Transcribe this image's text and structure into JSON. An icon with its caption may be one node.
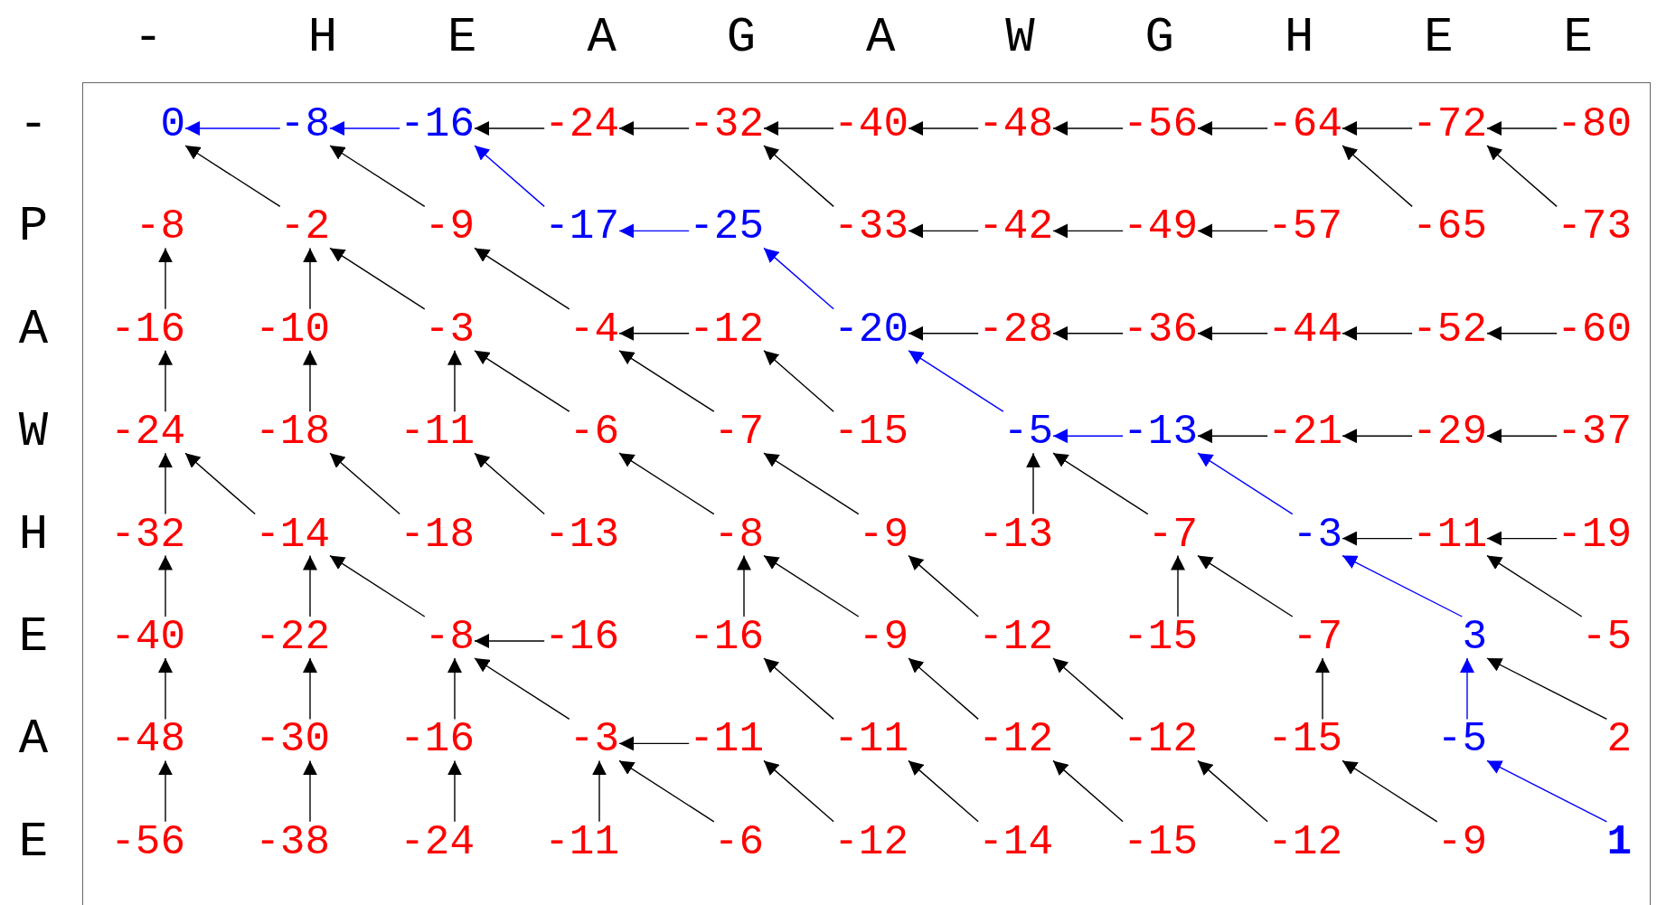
{
  "diagram": {
    "nodes": [
      {
        "text": [
          "0"
        ]
      },
      {
        "text": [
          "-8"
        ]
      },
      {
        "text": [
          "-16"
        ]
      },
      {
        "text": [
          "-24"
        ]
      },
      {
        "text": [
          "-32"
        ]
      },
      {
        "text": [
          "-40"
        ]
      },
      {
        "text": [
          "-48"
        ]
      },
      {
        "text": [
          "-56"
        ]
      },
      {
        "text": [
          "-64"
        ]
      },
      {
        "text": [
          "-72"
        ]
      },
      {
        "text": [
          "-80"
        ]
      },
      {
        "text": [
          "-8"
        ]
      },
      {
        "text": [
          "-2"
        ]
      },
      {
        "text": [
          "-9"
        ]
      },
      {
        "text": [
          "-17"
        ]
      },
      {
        "text": [
          "-25"
        ]
      },
      {
        "text": [
          "-33"
        ]
      },
      {
        "text": [
          "-42"
        ]
      },
      {
        "text": [
          "-49"
        ]
      },
      {
        "text": [
          "-57"
        ]
      },
      {
        "text": [
          "-65"
        ]
      },
      {
        "text": [
          "-73"
        ]
      },
      {
        "text": [
          "-16"
        ]
      },
      {
        "text": [
          "-10"
        ]
      },
      {
        "text": [
          "-3"
        ]
      },
      {
        "text": [
          "-4"
        ]
      },
      {
        "text": [
          "-12"
        ]
      },
      {
        "text": [
          "-20"
        ]
      },
      {
        "text": [
          "-28"
        ]
      },
      {
        "text": [
          "-36"
        ]
      },
      {
        "text": [
          "-44"
        ]
      },
      {
        "text": [
          "-52"
        ]
      },
      {
        "text": [
          "-60"
        ]
      },
      {
        "text": [
          "-24"
        ]
      },
      {
        "text": [
          "-18"
        ]
      },
      {
        "text": [
          "-11"
        ]
      },
      {
        "text": [
          "-6"
        ]
      },
      {
        "text": [
          "-7"
        ]
      },
      {
        "text": [
          "-15"
        ]
      },
      {
        "text": [
          "-5"
        ]
      },
      {
        "text": [
          "-13"
        ]
      },
      {
        "text": [
          "-21"
        ]
      },
      {
        "text": [
          "-29"
        ]
      },
      {
        "text": [
          "-37"
        ]
      },
      {
        "text": [
          "-32"
        ]
      },
      {
        "text": [
          "-14"
        ]
      },
      {
        "text": [
          "-18"
        ]
      },
      {
        "text": [
          "-13"
        ]
      },
      {
        "text": [
          "-8"
        ]
      },
      {
        "text": [
          "-9"
        ]
      },
      {
        "text": [
          "-13"
        ]
      },
      {
        "text": [
          "-7"
        ]
      },
      {
        "text": [
          "-3"
        ]
      },
      {
        "text": [
          "-11"
        ]
      },
      {
        "text": [
          "-19"
        ]
      },
      {
        "text": [
          "-40"
        ]
      },
      {
        "text": [
          "-22"
        ]
      },
      {
        "text": [
          "-8"
        ]
      },
      {
        "text": [
          "-16"
        ]
      },
      {
        "text": [
          "-16"
        ]
      },
      {
        "text": [
          "-9"
        ]
      },
      {
        "text": [
          "-12"
        ]
      },
      {
        "text": [
          "-15"
        ]
      },
      {
        "text": [
          "-7"
        ]
      },
      {
        "text": [
          "3"
        ]
      },
      {
        "text": [
          "-5"
        ]
      },
      {
        "text": [
          "-48"
        ]
      },
      {
        "text": [
          "-30"
        ]
      },
      {
        "text": [
          "-16"
        ]
      },
      {
        "text": [
          "-3"
        ]
      },
      {
        "text": [
          "-11"
        ]
      },
      {
        "text": [
          "-11"
        ]
      },
      {
        "text": [
          "-12"
        ]
      },
      {
        "text": [
          "-12"
        ]
      },
      {
        "text": [
          "-15"
        ]
      },
      {
        "text": [
          "-5"
        ]
      },
      {
        "text": [
          "2"
        ]
      },
      {
        "text": [
          "-56"
        ]
      },
      {
        "text": [
          "-38"
        ]
      },
      {
        "text": [
          "-24"
        ]
      },
      {
        "text": [
          "-11"
        ]
      },
      {
        "text": [
          "-6"
        ]
      },
      {
        "text": [
          "-12"
        ]
      },
      {
        "text": [
          "-14"
        ]
      },
      {
        "text": [
          "-15"
        ]
      },
      {
        "text": [
          "-12"
        ]
      },
      {
        "text": [
          "-9"
        ]
      },
      {
        "text": [
          "1"
        ]
      }
    ],
    "edges": [
      {
        "from": 1,
        "to": 0,
        "arrow": "to",
        "color": "#0000ff"
      },
      {
        "from": 2,
        "to": 1,
        "arrow": "to",
        "color": "#0000ff"
      },
      {
        "from": 3,
        "to": 2,
        "arrow": "to"
      },
      {
        "from": 4,
        "to": 3,
        "arrow": "to"
      },
      {
        "from": 5,
        "to": 4,
        "arrow": "to"
      },
      {
        "from": 6,
        "to": 5,
        "arrow": "to"
      },
      {
        "from": 7,
        "to": 6,
        "arrow": "to"
      },
      {
        "from": 8,
        "to": 7,
        "arrow": "to"
      },
      {
        "from": 9,
        "to": 8,
        "arrow": "to"
      },
      {
        "from": 10,
        "to": 9,
        "arrow": "to"
      },
      {
        "from": 12,
        "to": 0,
        "arrow": "to"
      },
      {
        "from": 13,
        "to": 1,
        "arrow": "to"
      },
      {
        "from": 14,
        "to": 2,
        "arrow": "to",
        "color": "#0000ff"
      },
      {
        "from": 16,
        "to": 4,
        "arrow": "to"
      },
      {
        "from": 20,
        "to": 8,
        "arrow": "to"
      },
      {
        "from": 21,
        "to": 9,
        "arrow": "to"
      },
      {
        "from": 15,
        "to": 14,
        "arrow": "to",
        "color": "#0000ff"
      },
      {
        "from": 17,
        "to": 16,
        "arrow": "to"
      },
      {
        "from": 18,
        "to": 17,
        "arrow": "to"
      },
      {
        "from": 19,
        "to": 18,
        "arrow": "to"
      },
      {
        "from": 22,
        "to": 11,
        "arrow": "to"
      },
      {
        "from": 23,
        "to": 12,
        "arrow": "to"
      },
      {
        "from": 24,
        "to": 12,
        "arrow": "to"
      },
      {
        "from": 25,
        "to": 13,
        "arrow": "to"
      },
      {
        "from": 27,
        "to": 15,
        "arrow": "to",
        "color": "#0000ff"
      },
      {
        "from": 26,
        "to": 25,
        "arrow": "to"
      },
      {
        "from": 28,
        "to": 27,
        "arrow": "to"
      },
      {
        "from": 29,
        "to": 28,
        "arrow": "to"
      },
      {
        "from": 30,
        "to": 29,
        "arrow": "to"
      },
      {
        "from": 31,
        "to": 30,
        "arrow": "to"
      },
      {
        "from": 32,
        "to": 31,
        "arrow": "to"
      },
      {
        "from": 33,
        "to": 22,
        "arrow": "to"
      },
      {
        "from": 34,
        "to": 23,
        "arrow": "to"
      },
      {
        "from": 35,
        "to": 24,
        "arrow": "to"
      },
      {
        "from": 36,
        "to": 24,
        "arrow": "to"
      },
      {
        "from": 37,
        "to": 25,
        "arrow": "to"
      },
      {
        "from": 38,
        "to": 26,
        "arrow": "to"
      },
      {
        "from": 39,
        "to": 27,
        "arrow": "to",
        "color": "#0000ff"
      },
      {
        "from": 40,
        "to": 39,
        "arrow": "to",
        "color": "#0000ff"
      },
      {
        "from": 41,
        "to": 40,
        "arrow": "to"
      },
      {
        "from": 42,
        "to": 41,
        "arrow": "to"
      },
      {
        "from": 43,
        "to": 42,
        "arrow": "to"
      },
      {
        "from": 44,
        "to": 33,
        "arrow": "to"
      },
      {
        "from": 50,
        "to": 39,
        "arrow": "to"
      },
      {
        "from": 45,
        "to": 33,
        "arrow": "to"
      },
      {
        "from": 46,
        "to": 34,
        "arrow": "to"
      },
      {
        "from": 47,
        "to": 35,
        "arrow": "to"
      },
      {
        "from": 48,
        "to": 36,
        "arrow": "to"
      },
      {
        "from": 49,
        "to": 37,
        "arrow": "to"
      },
      {
        "from": 51,
        "to": 39,
        "arrow": "to"
      },
      {
        "from": 52,
        "to": 40,
        "arrow": "to",
        "color": "#0000ff"
      },
      {
        "from": 53,
        "to": 52,
        "arrow": "to"
      },
      {
        "from": 54,
        "to": 53,
        "arrow": "to"
      },
      {
        "from": 55,
        "to": 44,
        "arrow": "to"
      },
      {
        "from": 56,
        "to": 45,
        "arrow": "to"
      },
      {
        "from": 59,
        "to": 48,
        "arrow": "to"
      },
      {
        "from": 62,
        "to": 51,
        "arrow": "to"
      },
      {
        "from": 57,
        "to": 45,
        "arrow": "to"
      },
      {
        "from": 60,
        "to": 48,
        "arrow": "to"
      },
      {
        "from": 61,
        "to": 49,
        "arrow": "to"
      },
      {
        "from": 63,
        "to": 51,
        "arrow": "to"
      },
      {
        "from": 64,
        "to": 52,
        "arrow": "to",
        "color": "#0000ff"
      },
      {
        "from": 65,
        "to": 53,
        "arrow": "to"
      },
      {
        "from": 58,
        "to": 57,
        "arrow": "to"
      },
      {
        "from": 66,
        "to": 55,
        "arrow": "to"
      },
      {
        "from": 67,
        "to": 56,
        "arrow": "to"
      },
      {
        "from": 68,
        "to": 57,
        "arrow": "to"
      },
      {
        "from": 74,
        "to": 63,
        "arrow": "to"
      },
      {
        "from": 75,
        "to": 64,
        "arrow": "to",
        "color": "#0000ff"
      },
      {
        "from": 69,
        "to": 57,
        "arrow": "to"
      },
      {
        "from": 71,
        "to": 59,
        "arrow": "to"
      },
      {
        "from": 72,
        "to": 60,
        "arrow": "to"
      },
      {
        "from": 73,
        "to": 61,
        "arrow": "to"
      },
      {
        "from": 76,
        "to": 64,
        "arrow": "to"
      },
      {
        "from": 70,
        "to": 69,
        "arrow": "to"
      },
      {
        "from": 77,
        "to": 66,
        "arrow": "to"
      },
      {
        "from": 78,
        "to": 67,
        "arrow": "to"
      },
      {
        "from": 79,
        "to": 68,
        "arrow": "to"
      },
      {
        "from": 80,
        "to": 69,
        "arrow": "to"
      },
      {
        "from": 81,
        "to": 69,
        "arrow": "to"
      },
      {
        "from": 82,
        "to": 70,
        "arrow": "to"
      },
      {
        "from": 83,
        "to": 71,
        "arrow": "to"
      },
      {
        "from": 84,
        "to": 72,
        "arrow": "to"
      },
      {
        "from": 85,
        "to": 73,
        "arrow": "to"
      },
      {
        "from": 86,
        "to": 74,
        "arrow": "to"
      },
      {
        "from": 87,
        "to": 75,
        "arrow": "to",
        "color": "#0000ff"
      }
    ],
    "labels": [
      "-",
      "H",
      "E",
      "A",
      "G",
      "A",
      "W",
      "G",
      "H",
      "E",
      "E",
      "-",
      "P",
      "A",
      "W",
      "H",
      "E",
      "A",
      "E"
    ]
  }
}
